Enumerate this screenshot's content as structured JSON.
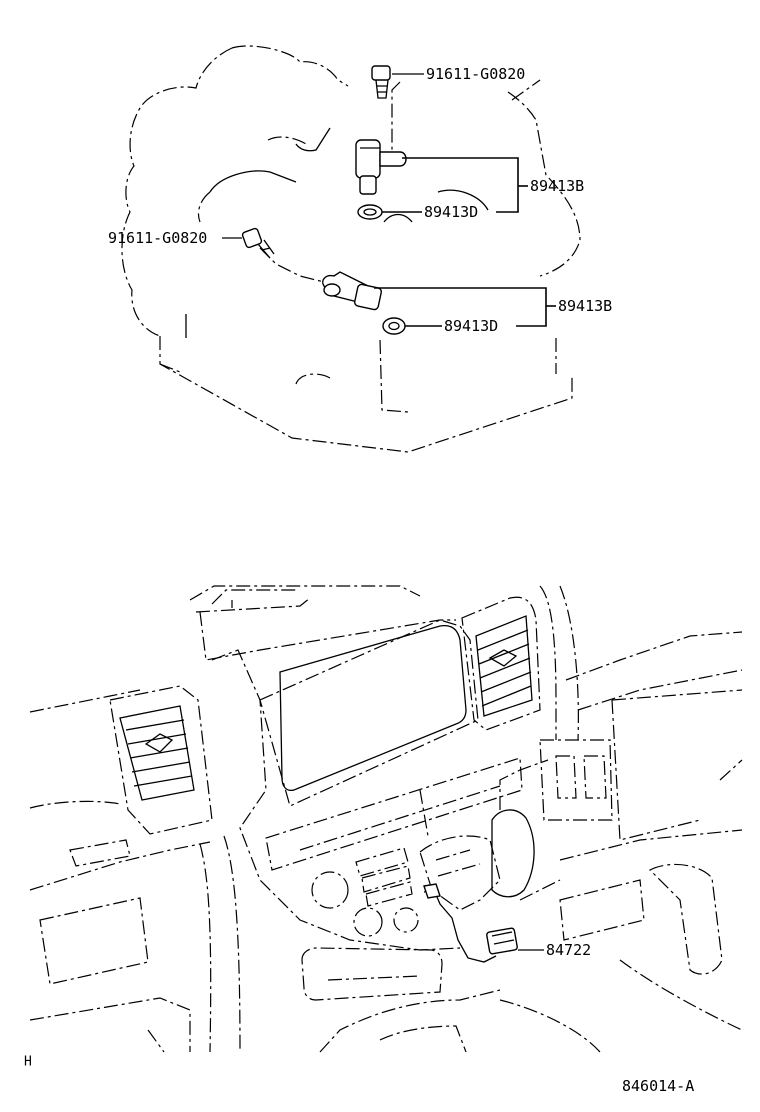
{
  "labels": {
    "bolt_upper": "91611-G0820",
    "bolt_left": "91611-G0820",
    "sensor_upper": "89413B",
    "gasket_upper": "89413D",
    "sensor_lower": "89413B",
    "gasket_lower": "89413D",
    "connector": "84722",
    "corner_mark": "H",
    "figure_number": "846014-A"
  }
}
